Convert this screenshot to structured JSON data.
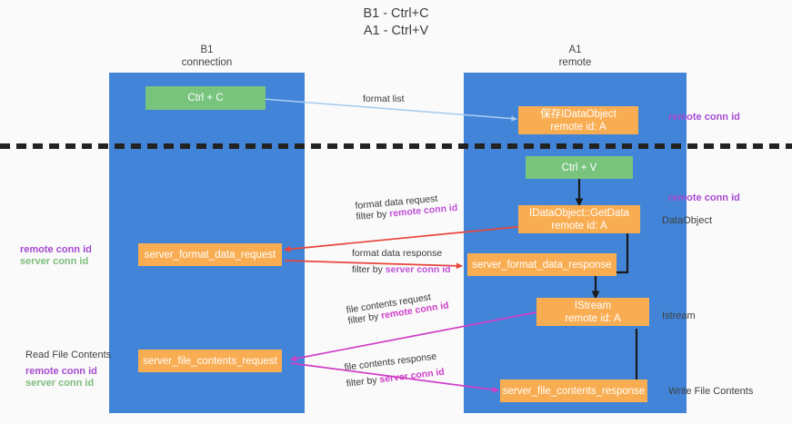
{
  "title": {
    "line1": "B1 - Ctrl+C",
    "line2": "A1 - Ctrl+V"
  },
  "columns": [
    {
      "id": "b1",
      "name": "B1",
      "sub": "connection"
    },
    {
      "id": "a1",
      "name": "A1",
      "sub": "remote"
    }
  ],
  "colors": {
    "column_background": "#4285d8",
    "green_box": "#78c47d",
    "orange_box": "#f9ad52",
    "purple_text": "#a64ad0",
    "green_text": "#7dbd7d",
    "blue_arrow": "#a8cdf0",
    "red_arrow": "#e8453c",
    "magenta_arrow": "#cf3fc8",
    "black_arrow": "#1a1a1a",
    "page_background": "#fafafa"
  },
  "nodes": {
    "ctrl_c": {
      "label": "Ctrl + C"
    },
    "ctrl_v": {
      "label": "Ctrl + V"
    },
    "data_object_store": {
      "line1": "保存IDataObject",
      "line2": "remote id: A"
    },
    "get_data": {
      "line1": "IDataObject::GetData",
      "line2": "remote id: A"
    },
    "server_format_data_request": {
      "label": "server_format_data_request"
    },
    "server_format_data_response": {
      "label": "server_format_data_response"
    },
    "istream": {
      "line1": "IStream",
      "line2": "remote id: A"
    },
    "server_file_contents_request": {
      "label": "server_file_contents_request"
    },
    "server_file_contents_response": {
      "label": "server_file_contents_response"
    }
  },
  "right_labels": {
    "remote_conn_id_top": "remote conn id",
    "remote_conn_id_dataobject": "remote conn id",
    "data_object": "DataObject",
    "istream": "Istream",
    "write_file_contents": "Write File Contents"
  },
  "left_labels": {
    "remote_conn_id_1": "remote conn id",
    "server_conn_id_1": "server conn id",
    "read_file_contents": "Read File Contents",
    "remote_conn_id_2": "remote conn id",
    "server_conn_id_2": "server conn id"
  },
  "edges": [
    {
      "id": "format-list",
      "caption": "format list",
      "filter_prefix": "",
      "filter_target": "",
      "color": "#a8cdf0"
    },
    {
      "id": "format-data-request",
      "caption": "format data request",
      "filter_prefix": "filter by ",
      "filter_target": "remote conn id",
      "color": "#e8453c"
    },
    {
      "id": "format-data-response",
      "caption": "format data response",
      "filter_prefix": "filter by ",
      "filter_target": "server conn id",
      "color": "#e8453c"
    },
    {
      "id": "file-contents-request",
      "caption": "file contents request",
      "filter_prefix": "filter by ",
      "filter_target": "remote conn id",
      "color": "#cf3fc8"
    },
    {
      "id": "file-contents-response",
      "caption": "file contents response",
      "filter_prefix": "filter by ",
      "filter_target": "server conn id",
      "color": "#cf3fc8"
    }
  ]
}
